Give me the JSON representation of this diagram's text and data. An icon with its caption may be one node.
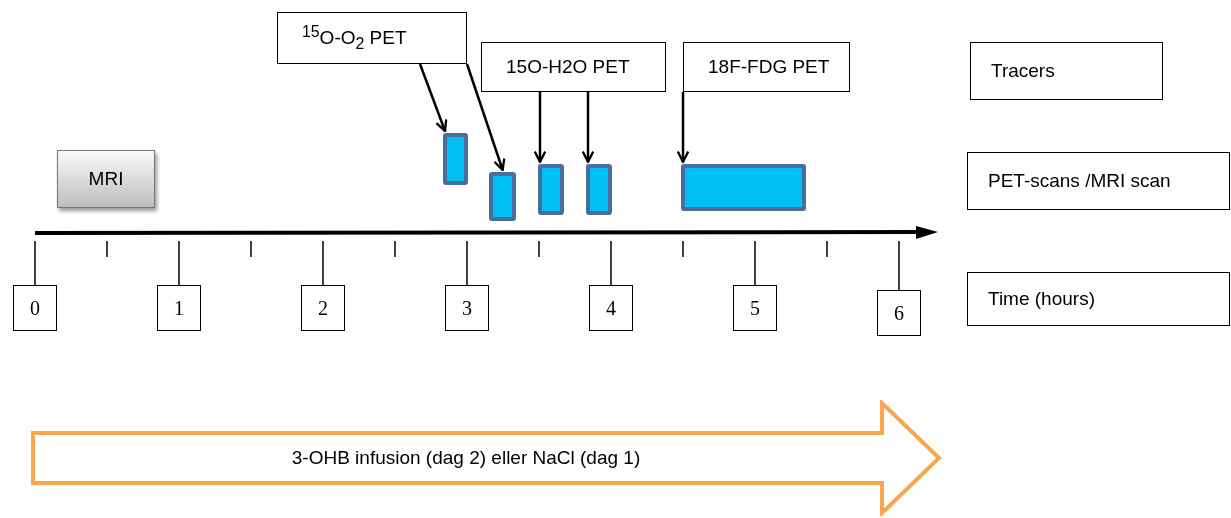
{
  "diagram": {
    "nodes": [
      {
        "text": [
          "$^{15}$O-O$_{2}$ PET"
        ]
      },
      {
        "text": [
          "15O-H2O PET"
        ]
      },
      {
        "text": [
          "18F-FDG PET"
        ]
      },
      {
        "text": [
          "Tracers"
        ]
      },
      {
        "text": [
          "MRI"
        ]
      },
      {
        "text": [
          "PET-scans /MRI scan"
        ]
      },
      {
        "text": [
          "Time (hours)"
        ]
      },
      {
        "text": [],
        "shape": "box"
      },
      {
        "text": [],
        "shape": "box"
      },
      {
        "text": [],
        "shape": "box"
      },
      {
        "text": [],
        "shape": "box"
      },
      {
        "text": [],
        "shape": "box"
      },
      {
        "text": [],
        "shape": "bar"
      },
      {
        "text": [
          "0"
        ]
      },
      {
        "text": [
          "1"
        ]
      },
      {
        "text": [
          "2"
        ]
      },
      {
        "text": [
          "3"
        ]
      },
      {
        "text": [
          "4"
        ]
      },
      {
        "text": [
          "5"
        ]
      },
      {
        "text": [
          "6"
        ]
      },
      {
        "text": [
          "3-OHB infusion (dag 2) eller NaCl (dag 1)"
        ]
      }
    ],
    "edges": [
      {
        "from": 0,
        "to": 7,
        "arrow": "to"
      },
      {
        "from": 0,
        "to": 8,
        "arrow": "to"
      },
      {
        "from": 1,
        "to": 9,
        "arrow": "to"
      },
      {
        "from": 1,
        "to": 10,
        "arrow": "to"
      },
      {
        "from": 2,
        "to": 11,
        "arrow": "to"
      },
      {
        "from": 12,
        "to": 13,
        "arrow": "none"
      },
      {
        "from": 12,
        "to": 14,
        "arrow": "none"
      },
      {
        "from": 12,
        "to": 15,
        "arrow": "none"
      },
      {
        "from": 12,
        "to": 16,
        "arrow": "none"
      },
      {
        "from": 12,
        "to": 17,
        "arrow": "none"
      },
      {
        "from": 12,
        "to": 18,
        "arrow": "none"
      },
      {
        "from": 12,
        "to": 19,
        "arrow": "none"
      }
    ]
  }
}
